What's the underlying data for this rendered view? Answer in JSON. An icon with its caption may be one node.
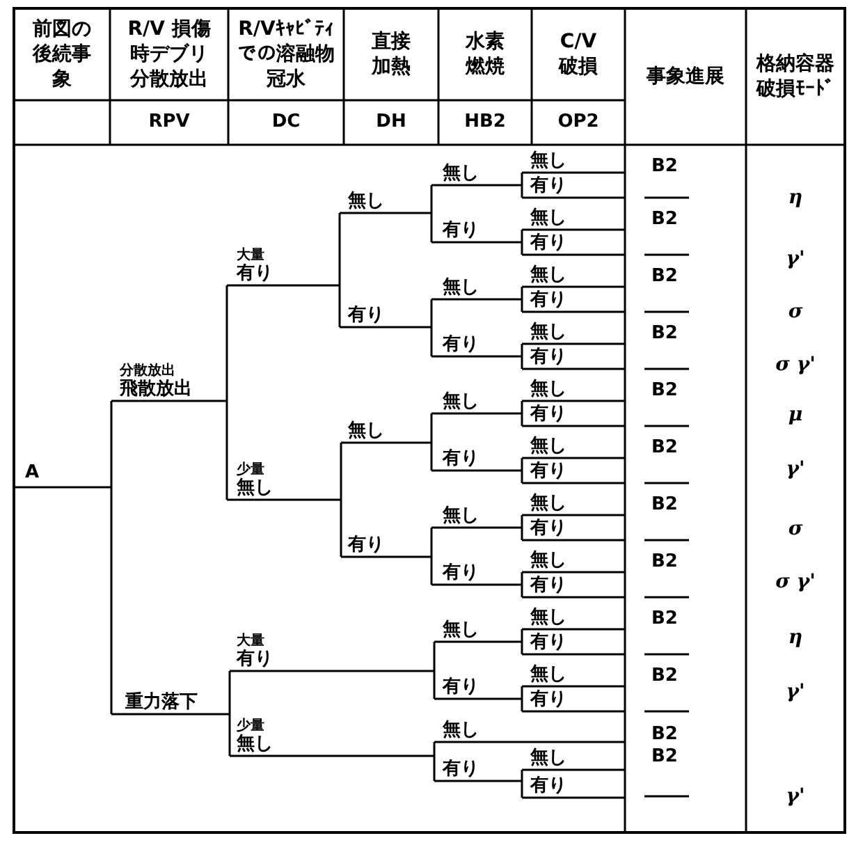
{
  "diagram": {
    "labels": [
      "前図の後続事象",
      "R/V 損傷時デブリ分散放出",
      "R/Vｷｬﾋﾞﾃｨでの溶融物冠水",
      "直接加熱",
      "水素燃焼",
      "C/V破損",
      "事象進展",
      "格納容器破損ﾓｰﾄﾞ",
      "RPV",
      "DC",
      "DH",
      "HB2",
      "OP2",
      "無し",
      "無し",
      "有り",
      "無し",
      "無し",
      "有り",
      "有り",
      "大量",
      "有り",
      "無し",
      "無し",
      "有り",
      "有り",
      "無し",
      "有り",
      "有り",
      "分散放出",
      "飛散放出",
      "無し",
      "無し",
      "有り",
      "無し",
      "無し",
      "有り",
      "有り",
      "A",
      "少量",
      "無し",
      "無し",
      "無し",
      "有り",
      "有り",
      "無し",
      "有り",
      "有り",
      "無し",
      "無し",
      "有り",
      "大量",
      "有り",
      "無し",
      "有り",
      "有り",
      "重力落下",
      "無し",
      "少量",
      "無し",
      "無し",
      "有り",
      "有り",
      "B2",
      "B2",
      "B2",
      "B2",
      "B2",
      "B2",
      "B2",
      "B2",
      "B2",
      "B2",
      "B2",
      "B2",
      "η",
      "γ'",
      "σ",
      "σ γ'",
      "μ",
      "γ'",
      "σ",
      "σ γ'",
      "η",
      "γ'",
      "γ'"
    ]
  }
}
